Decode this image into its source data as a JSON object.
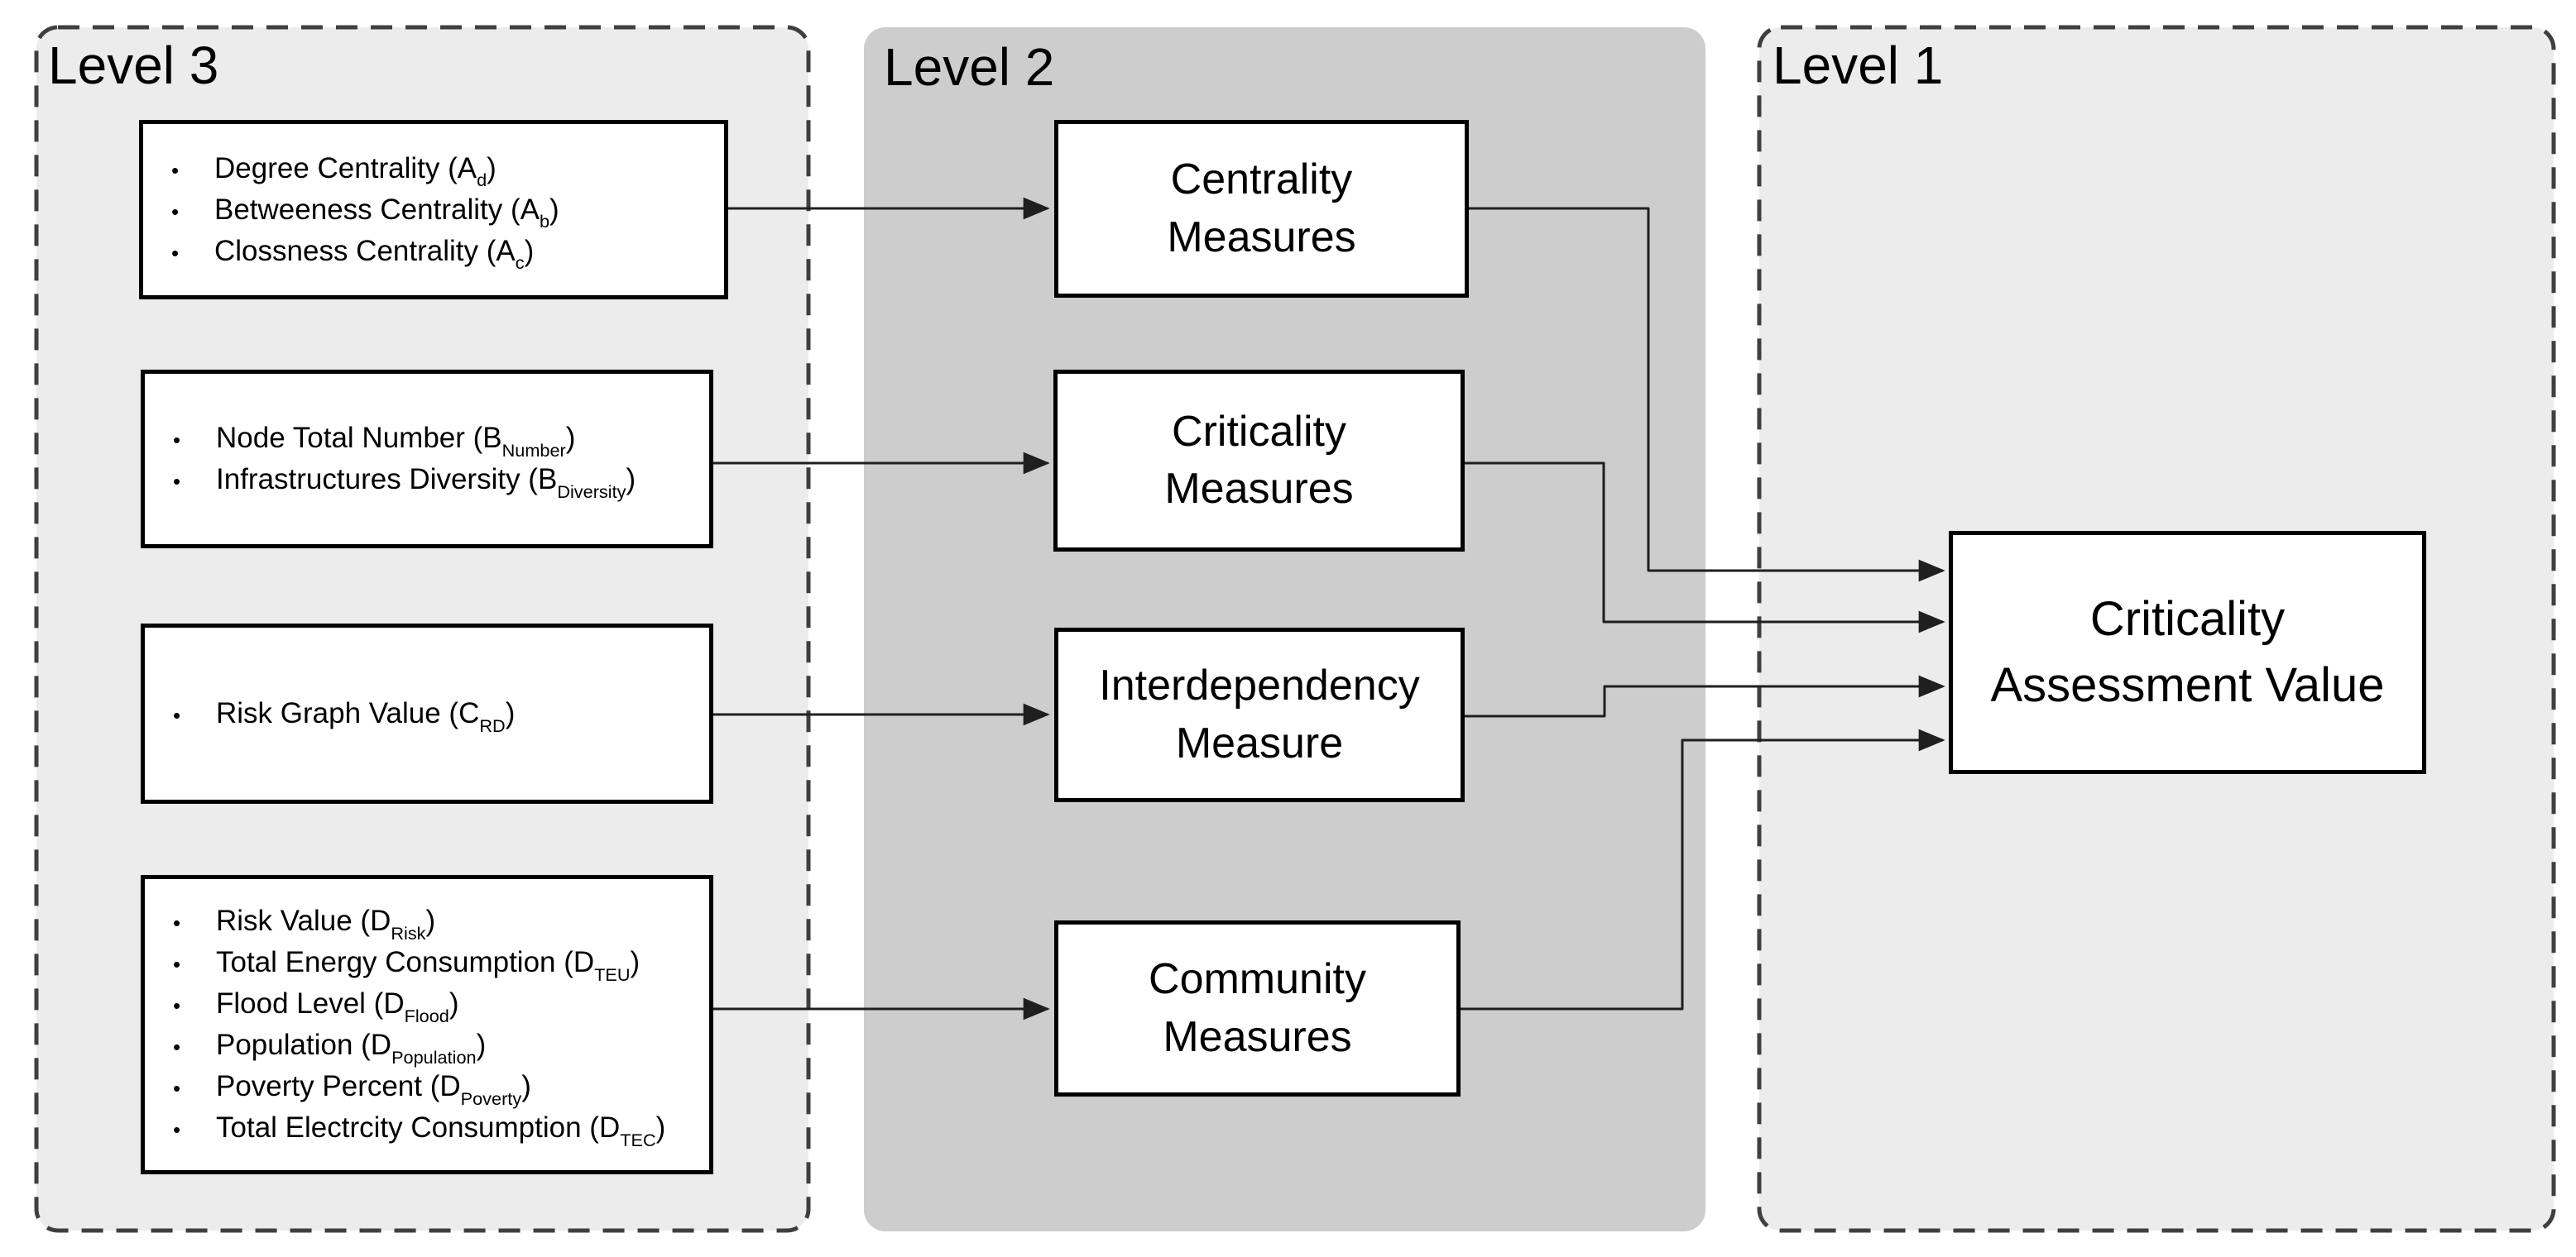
{
  "diagram": {
    "title": "Criticality assessment hierarchy diagram",
    "colors": {
      "bg": "#ffffff",
      "panel_light": "#ececec",
      "panel_mid": "#cdcdcd",
      "panel_dash": "#3f3f3f",
      "box_fill": "#ffffff",
      "box_border": "#000000",
      "connector": "#1f1f1f",
      "text": "#000000"
    },
    "levels": {
      "level3": {
        "label": "Level 3"
      },
      "level2": {
        "label": "Level 2"
      },
      "level1": {
        "label": "Level 1"
      }
    },
    "level3_boxes": [
      {
        "id": "indicators-a",
        "bullets": [
          {
            "pre": "Degree Centrality (A",
            "sub": "d",
            "post": ")"
          },
          {
            "pre": "Betweeness Centrality (A",
            "sub": "b",
            "post": ")"
          },
          {
            "pre": "Clossness Centrality (A",
            "sub": "c",
            "post": ")"
          }
        ]
      },
      {
        "id": "indicators-b",
        "bullets": [
          {
            "pre": "Node Total Number (B",
            "sub": "Number",
            "post": ")"
          },
          {
            "pre": "Infrastructures Diversity (B",
            "sub": "Diversity",
            "post": ")"
          }
        ]
      },
      {
        "id": "indicators-c",
        "bullets": [
          {
            "pre": "Risk Graph Value (C",
            "sub": "RD",
            "post": ")"
          }
        ]
      },
      {
        "id": "indicators-d",
        "bullets": [
          {
            "pre": "Risk Value (D",
            "sub": "Risk",
            "post": ")"
          },
          {
            "pre": "Total Energy Consumption (D",
            "sub": "TEU",
            "post": ")"
          },
          {
            "pre": "Flood Level (D",
            "sub": "Flood",
            "post": ")"
          },
          {
            "pre": "Population (D",
            "sub": "Population",
            "post": ")"
          },
          {
            "pre": "Poverty Percent (D",
            "sub": "Poverty",
            "post": ")"
          },
          {
            "pre": "Total Electrcity Consumption (D",
            "sub": "TEC",
            "post": ")"
          }
        ]
      }
    ],
    "level2_boxes": [
      {
        "id": "centrality-measures",
        "label": "Centrality Measures"
      },
      {
        "id": "criticality-measures",
        "label": "Criticality Measures"
      },
      {
        "id": "interdependency-measure",
        "label": "Interdependency Measure"
      },
      {
        "id": "community-measures",
        "label": "Community Measures"
      }
    ],
    "level1_box": {
      "id": "criticality-assessment-value",
      "label": "Criticality Assessment Value"
    },
    "edges": [
      {
        "from": "indicators-a",
        "to": "centrality-measures"
      },
      {
        "from": "indicators-b",
        "to": "criticality-measures"
      },
      {
        "from": "indicators-c",
        "to": "interdependency-measure"
      },
      {
        "from": "indicators-d",
        "to": "community-measures"
      },
      {
        "from": "centrality-measures",
        "to": "criticality-assessment-value"
      },
      {
        "from": "criticality-measures",
        "to": "criticality-assessment-value"
      },
      {
        "from": "interdependency-measure",
        "to": "criticality-assessment-value"
      },
      {
        "from": "community-measures",
        "to": "criticality-assessment-value"
      }
    ]
  }
}
